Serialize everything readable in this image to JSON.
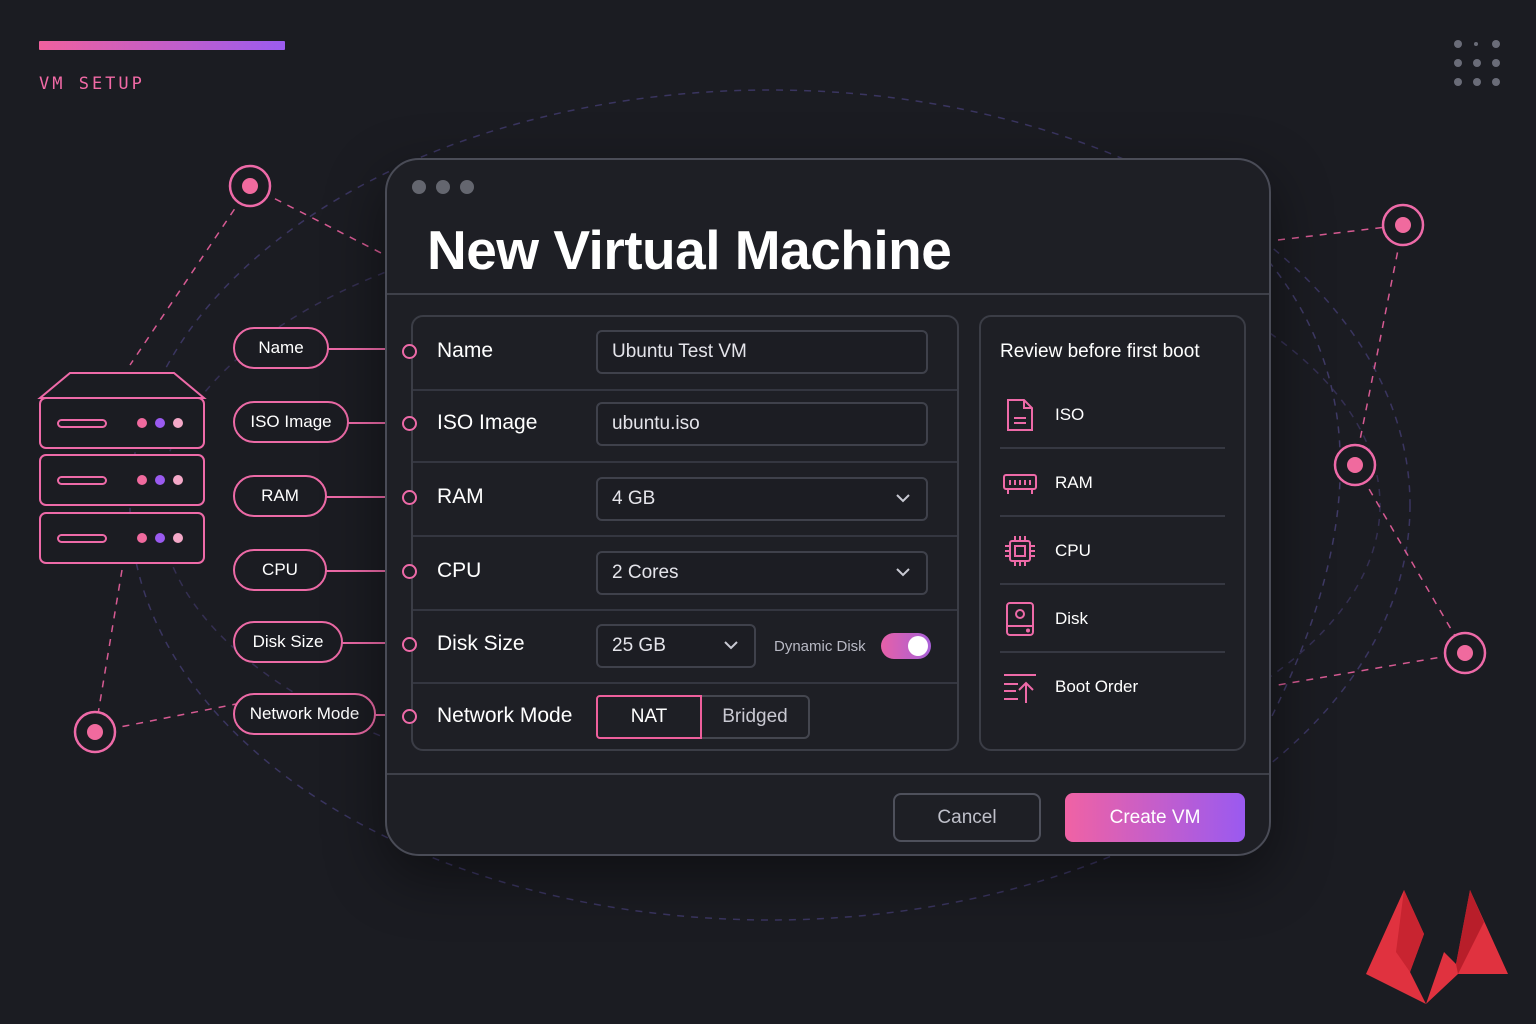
{
  "header": {
    "section_label": "VM SETUP"
  },
  "window": {
    "title": "New Virtual Machine"
  },
  "callouts": [
    "Name",
    "ISO Image",
    "RAM",
    "CPU",
    "Disk Size",
    "Network Mode"
  ],
  "form": {
    "name": {
      "label": "Name",
      "value": "Ubuntu Test VM"
    },
    "iso": {
      "label": "ISO Image",
      "value": "ubuntu.iso"
    },
    "ram": {
      "label": "RAM",
      "value": "4 GB"
    },
    "cpu": {
      "label": "CPU",
      "value": "2 Cores"
    },
    "disk": {
      "label": "Disk Size",
      "value": "25 GB",
      "dynamic_label": "Dynamic Disk",
      "dynamic_enabled": true
    },
    "network": {
      "label": "Network Mode",
      "options": [
        "NAT",
        "Bridged"
      ],
      "selected": "NAT"
    }
  },
  "review": {
    "title": "Review before first boot",
    "items": [
      {
        "label": "ISO",
        "icon": "document-icon"
      },
      {
        "label": "RAM",
        "icon": "memory-icon"
      },
      {
        "label": "CPU",
        "icon": "chip-icon"
      },
      {
        "label": "Disk",
        "icon": "disk-icon"
      },
      {
        "label": "Boot Order",
        "icon": "boot-order-icon"
      }
    ]
  },
  "actions": {
    "cancel": "Cancel",
    "create": "Create VM"
  },
  "colors": {
    "accent_pink": "#f0609e",
    "accent_purple": "#9b5cf0",
    "background": "#1b1c22"
  }
}
